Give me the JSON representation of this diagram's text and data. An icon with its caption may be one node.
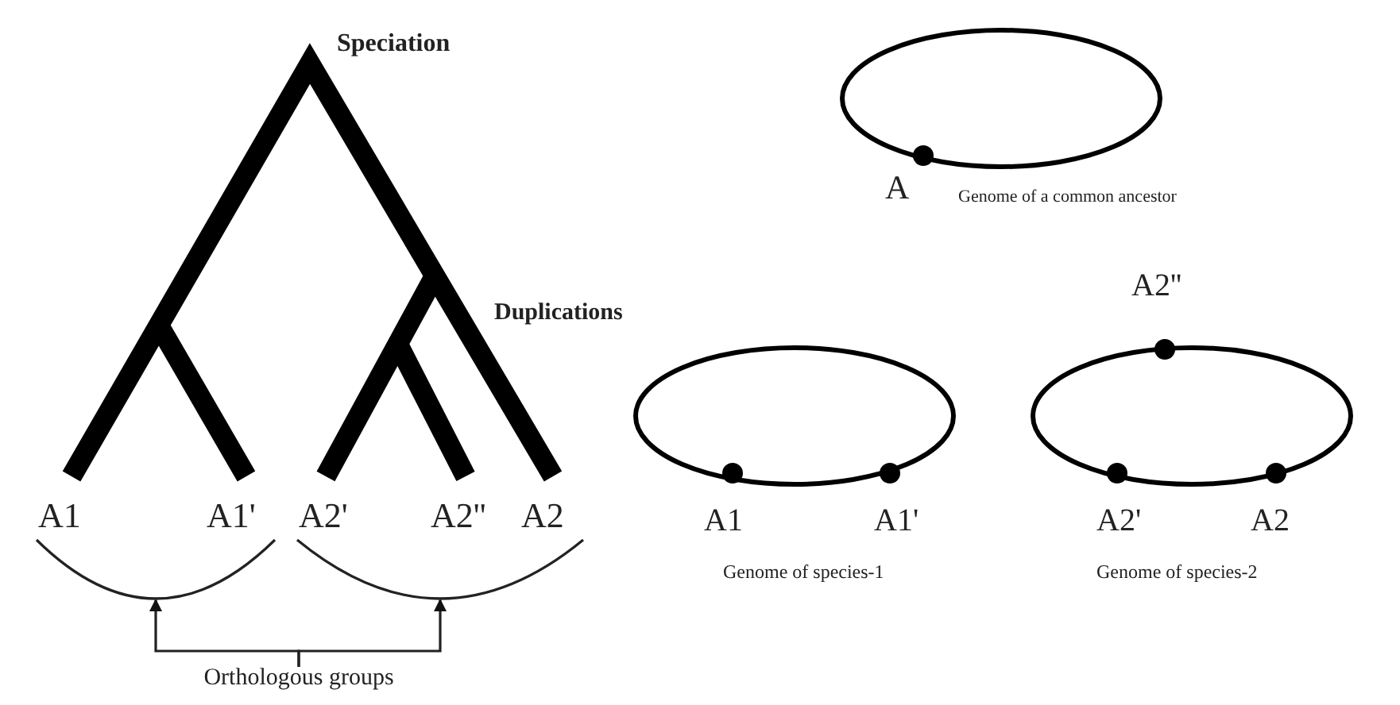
{
  "diagram": {
    "nodes": [
      {
        "text": [],
        "shape": "arc"
      },
      {
        "text": [],
        "shape": "arc"
      },
      {
        "text": [
          "Orthologous groups"
        ]
      }
    ],
    "edges": [
      {
        "from": 2,
        "to": 0,
        "arrow": "to"
      },
      {
        "from": 2,
        "to": 1,
        "arrow": "to"
      }
    ],
    "labels": [
      "Speciation",
      "A",
      "Genome of a common ancestor",
      "Duplications",
      "A2''",
      "A1",
      "A1'",
      "A2'",
      "A2''",
      "A2",
      "A1",
      "A1'",
      "A2'",
      "A2",
      "Genome of species-1",
      "Genome of species-2"
    ]
  }
}
